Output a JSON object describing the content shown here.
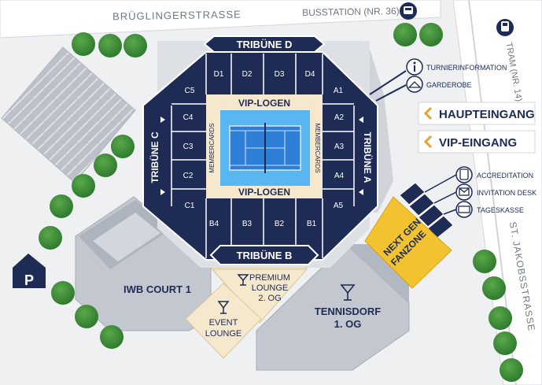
{
  "streets": {
    "top": "BRÜGLINGERSTRASSE",
    "right": "ST. JAKOBSSTRASSE",
    "bus": "BUSSTATION (NR. 36)",
    "tram": "TRAM (NR. 14)"
  },
  "stands": {
    "north": "TRIBÜNE D",
    "south": "TRIBÜNE B",
    "west": "TRIBÜNE C",
    "east": "TRIBÜNE A"
  },
  "sections": {
    "d": [
      "D1",
      "D2",
      "D3",
      "D4"
    ],
    "b": [
      "B4",
      "B3",
      "B2",
      "B1"
    ],
    "c": [
      "C5",
      "C4",
      "C3",
      "C2",
      "C1"
    ],
    "a": [
      "A1",
      "A2",
      "A3",
      "A4",
      "A5"
    ]
  },
  "inner": {
    "vip_top": "VIP-LOGEN",
    "vip_bottom": "VIP-LOGEN",
    "members_left": "MEMBERCARDS",
    "members_right": "MEMBERCARDS"
  },
  "info": {
    "turnier": "TURNIERINFORMATION",
    "garderobe": "GARDEROBE"
  },
  "entrances": {
    "main": "HAUPTEINGANG",
    "vip": "VIP-EINGANG"
  },
  "services": {
    "accreditation": "ACCREDITATION",
    "invitation": "INVITATION DESK",
    "tageskasse": "TAGESKASSE"
  },
  "venues": {
    "fanzone_1": "NEXT GEN",
    "fanzone_2": "FANZONE",
    "court": "IWB COURT 1",
    "premium_1": "PREMIUM",
    "premium_2": "LOUNGE",
    "premium_3": "2. OG",
    "event_1": "EVENT",
    "event_2": "LOUNGE",
    "tennisdorf_1": "TENNISDORF",
    "tennisdorf_2": "1. OG"
  },
  "parking": "P",
  "colors": {
    "navy": "#1d2b55",
    "gold": "#f2c230",
    "beige": "#f6e8cc",
    "court_blue": "#2d7fd6",
    "court_surround": "#59b6f0",
    "tree": "#3d8a3a",
    "building": "#c3c8d0",
    "road": "#ffffff"
  },
  "icons": [
    "bus-icon",
    "tram-icon",
    "info-icon",
    "hanger-icon",
    "chevron-left-icon",
    "badge-icon",
    "envelope-icon",
    "ticket-icon",
    "cocktail-icon",
    "parking-icon",
    "tree-icon"
  ]
}
